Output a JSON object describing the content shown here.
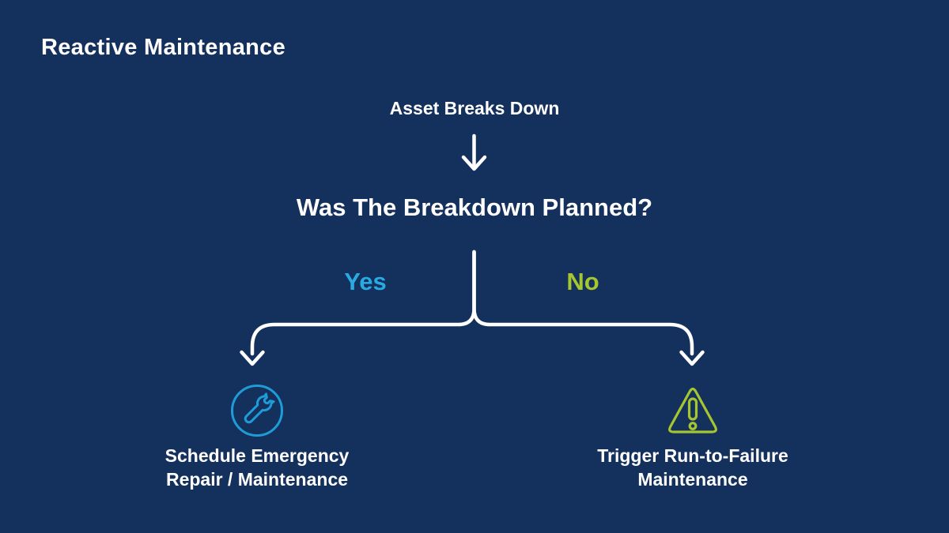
{
  "colors": {
    "background": "#14305d",
    "text": "#ffffff",
    "yes": "#29abe2",
    "no": "#a6c62f",
    "wrench": "#1e9cd7",
    "warning": "#a6c62f",
    "connector": "#ffffff"
  },
  "slide": {
    "title": "Reactive Maintenance"
  },
  "flow": {
    "start": "Asset Breaks Down",
    "question": "Was The Breakdown Planned?",
    "yes_label": "Yes",
    "no_label": "No",
    "yes_outcome": {
      "icon": "wrench-icon",
      "line1": "Schedule Emergency",
      "line2": "Repair / Maintenance"
    },
    "no_outcome": {
      "icon": "warning-icon",
      "line1": "Trigger Run-to-Failure",
      "line2": "Maintenance"
    }
  }
}
